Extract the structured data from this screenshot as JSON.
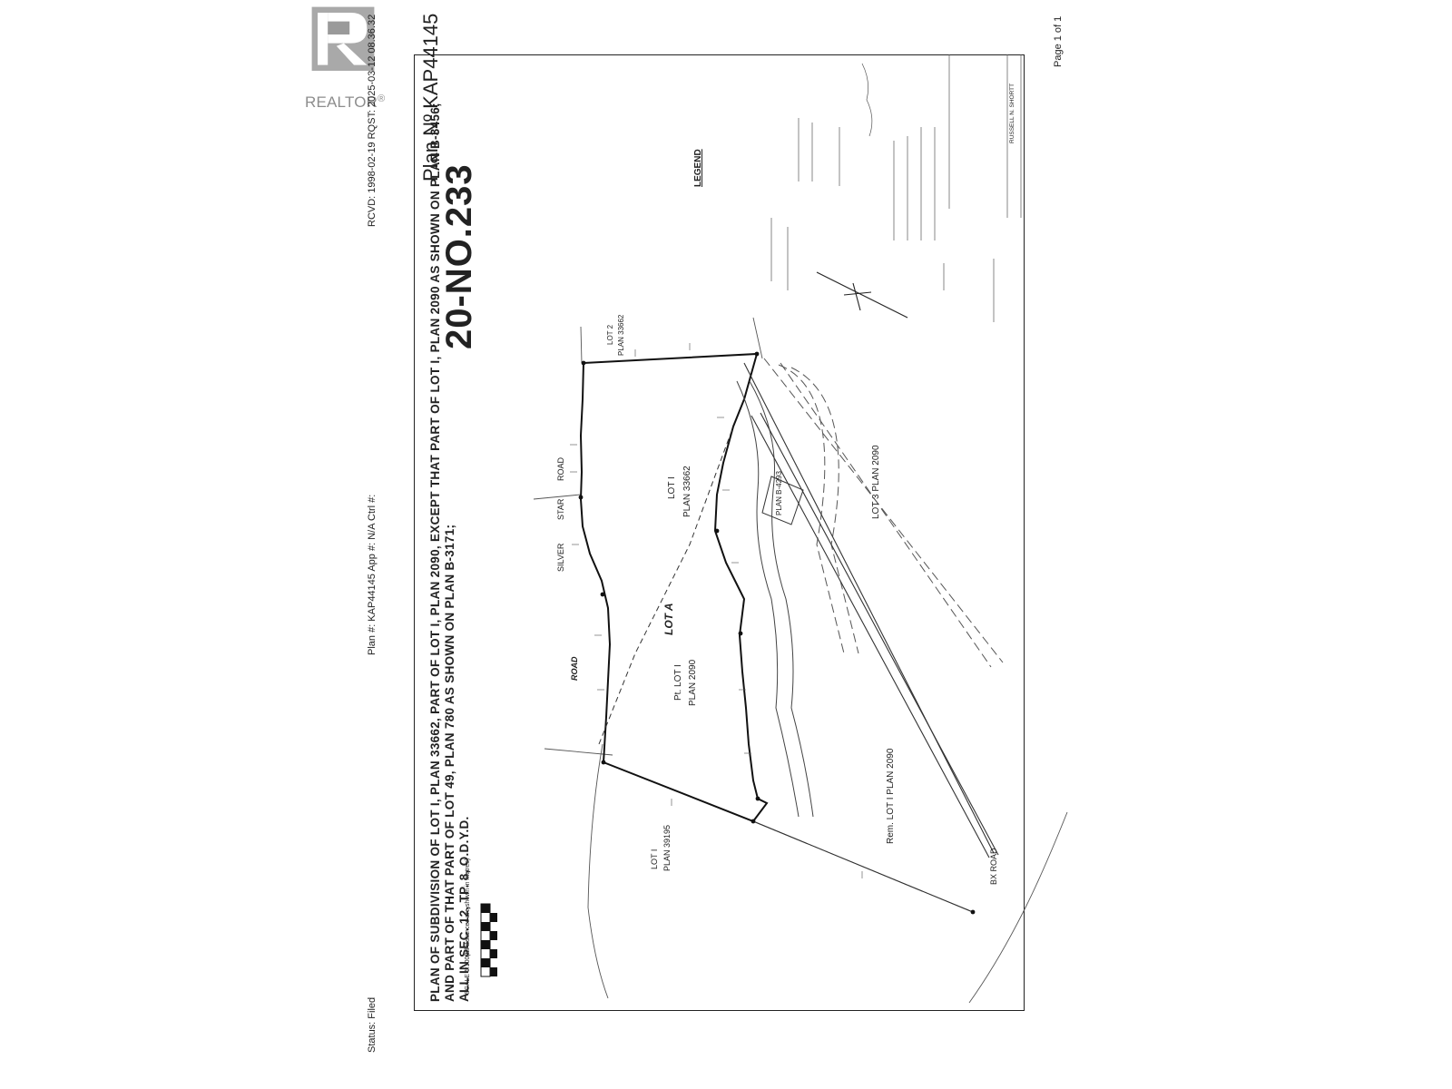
{
  "header": {
    "rcvd_line": "RCVD: 1998-02-19 RQST: 2025-03-12 08.36.32",
    "plan_line": "Plan #: KAP44145 App #: N/A Ctrl #:",
    "status_line": "Status: Filed",
    "page_line": "Page 1 of 1"
  },
  "watermark": {
    "text": "REALTOR",
    "mark": "®"
  },
  "document": {
    "title_lines": [
      "PLAN OF SUBDIVISION OF LOT I, PLAN 33662, PART OF LOT I, PLAN 2090, EXCEPT THAT PART OF LOT I, PLAN 2090 AS SHOWN ON PLAN B-3456;",
      "AND PART OF THAT PART OF LOT 49, PLAN 780 AS SHOWN ON PLAN B-3171;",
      "ALL IN SEC. 12, TP. 8, O.D.Y.D."
    ],
    "scale_label": "SCALE  1:1000",
    "scale_note": "(all distances are shown in metres)",
    "plan_number_label": "Plan Nº KAP44145",
    "file_number": "20-NO.233",
    "legend_title": "LEGEND",
    "surveyor_name": "RUSSELL N. SHORTT",
    "labels": {
      "lot_a": "LOT A",
      "lot1_33662": "LOT I",
      "plan_33662": "PLAN 33662",
      "lot2": "LOT 2",
      "plan_33662b": "PLAN 33662",
      "pt_lot1": "Pt. LOT I",
      "plan_2090": "PLAN 2090",
      "rem_lot1": "Rem. LOT I  PLAN 2090",
      "lot3": "LOT 3  PLAN 2090",
      "silver": "SILVER",
      "star": "STAR",
      "road": "ROAD",
      "road_left": "ROAD",
      "bx_road": "BX  ROAD",
      "lot1_39195": "LOT I",
      "plan_39195": "PLAN 39195",
      "plan_b4293": "PLAN B-4293"
    }
  }
}
